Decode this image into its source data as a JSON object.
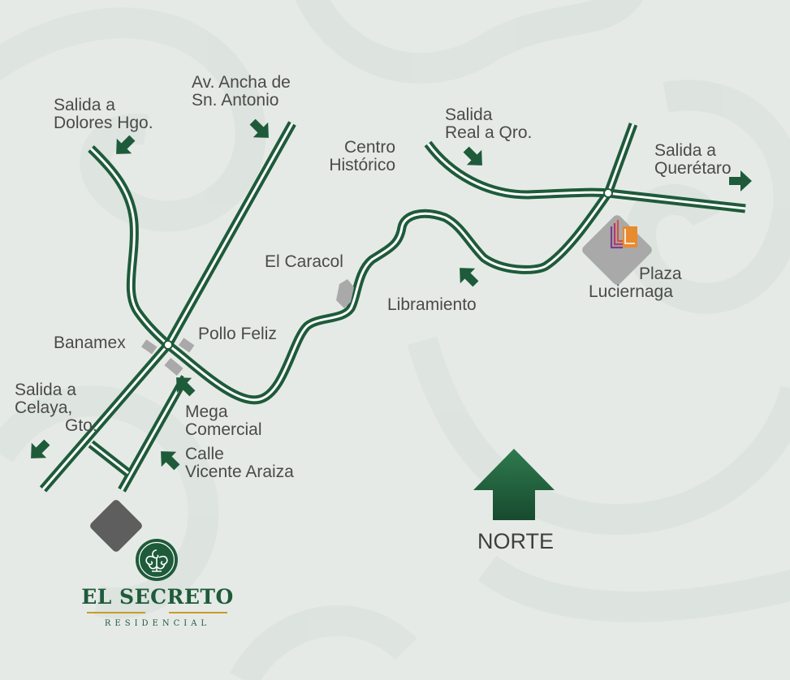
{
  "map": {
    "labels": {
      "salida_dolores": [
        "Salida a",
        "Dolores Hgo."
      ],
      "av_ancha": [
        "Av. Ancha de",
        "Sn. Antonio"
      ],
      "centro_historico": [
        "Centro",
        "Histórico"
      ],
      "salida_real_qro": [
        "Salida",
        "Real a Qro."
      ],
      "salida_queretaro": [
        "Salida a",
        "Querétaro"
      ],
      "el_caracol": [
        "El Caracol"
      ],
      "libramiento": [
        "Libramiento"
      ],
      "plaza_luciernaga": [
        "Plaza",
        "Luciernaga"
      ],
      "banamex": [
        "Banamex"
      ],
      "pollo_feliz": [
        "Pollo Feliz"
      ],
      "salida_celaya": [
        "Salida a",
        "Celaya,",
        "Gto."
      ],
      "mega_comercial": [
        "Mega",
        "Comercial"
      ],
      "calle_vicente": [
        "Calle",
        "Vicente Araiza"
      ]
    },
    "compass": {
      "label": "NORTE",
      "direction": "north"
    },
    "colors": {
      "road": "#1e5b3a",
      "road_center": "#ffffff",
      "arrow": "#1e5b3a",
      "landmark": "#a9a9a9",
      "destination": "#5e5e5e",
      "brand_gold": "#c99b2b",
      "background": "#e6eae7"
    },
    "icons": {
      "plaza_logo": "plaza-luciernaga-logo",
      "destination_marker": "diamond-marker",
      "brand_emblem": "ornamental-emblem"
    }
  },
  "brand": {
    "name": "EL SECRETO",
    "subtitle": "RESIDENCIAL"
  }
}
